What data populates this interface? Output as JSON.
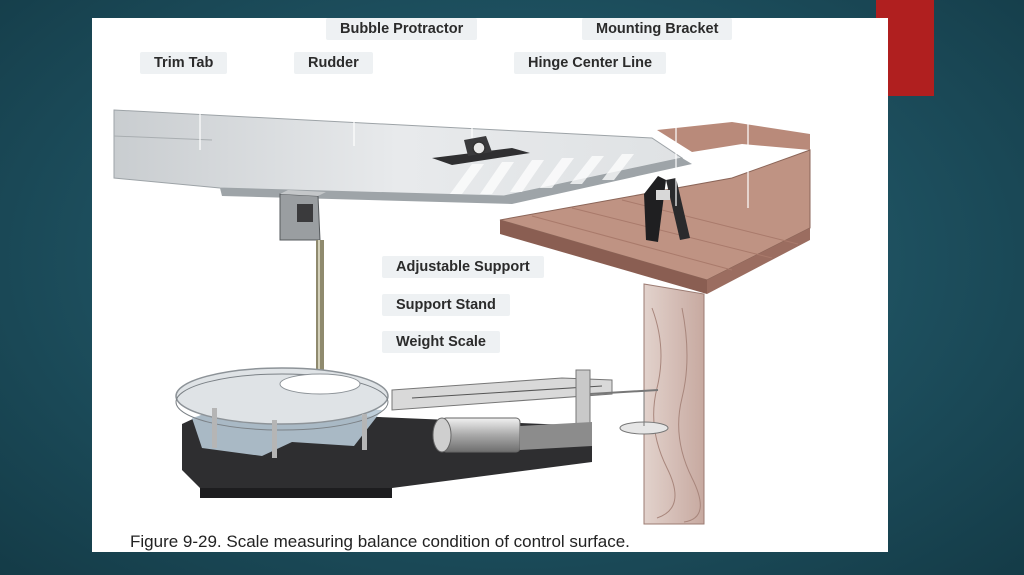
{
  "labels": {
    "trim_tab": "Trim Tab",
    "rudder": "Rudder",
    "bubble_protractor": "Bubble Protractor",
    "mounting_bracket": "Mounting Bracket",
    "hinge_center_line": "Hinge Center Line",
    "adjustable_support": "Adjustable Support",
    "support_stand": "Support Stand",
    "weight_scale": "Weight Scale"
  },
  "caption": "Figure 9-29. Scale measuring balance condition of control surface.",
  "colors": {
    "background": "#1d4f5e",
    "accent_tab": "#b01f1f",
    "bench_wood": "#b98a7a",
    "scale_base": "#2e2e30",
    "scale_platform": "#b7c9d6"
  }
}
